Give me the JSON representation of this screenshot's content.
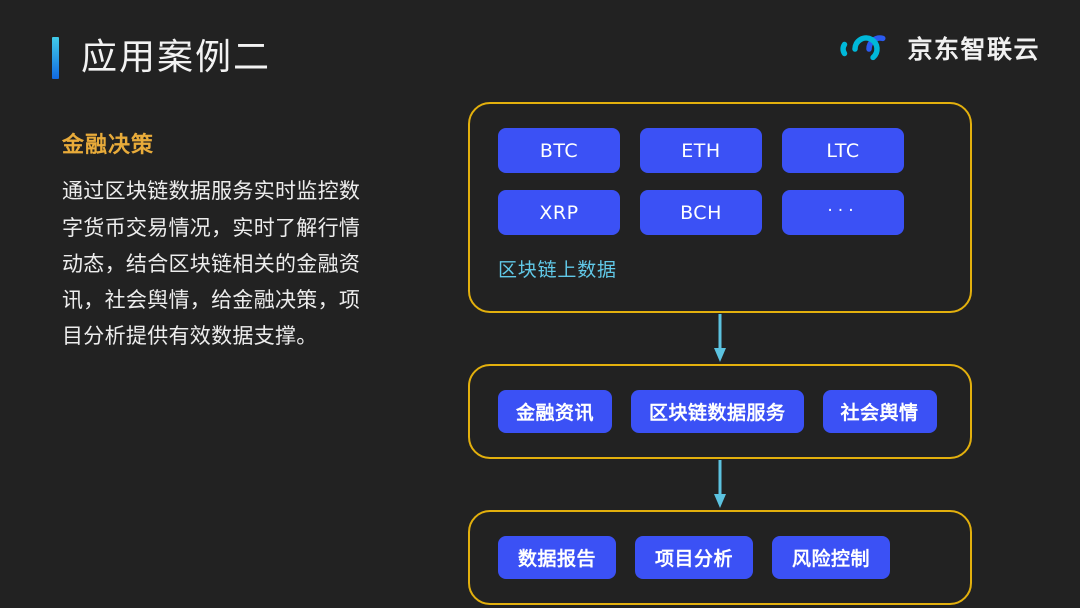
{
  "header": {
    "title": "应用案例二",
    "accent_gradient": [
      "#41cbe9",
      "#1168e0"
    ]
  },
  "brand": {
    "logo_icon": "infinity-loop-icon",
    "name": "京东智联云",
    "colors": {
      "cyan": "#00b8d9",
      "blue": "#2b5bf0",
      "red": "#e0202a"
    }
  },
  "left_panel": {
    "heading": "金融决策",
    "heading_color": "#e8ab3a",
    "body": "通过区块链数据服务实时监控数字货币交易情况，实时了解行情动态，结合区块链相关的金融资讯，社会舆情，给金融决策，项目分析提供有效数据支撑。"
  },
  "diagram": {
    "box_border_color": "#e3b00d",
    "pill_color": "#3b51f5",
    "arrow_color": "#5cc3e0",
    "stages": [
      {
        "id": "blockchain-sources",
        "label": "区块链上数据",
        "label_color": "#61c9e8",
        "rows": [
          [
            "BTC",
            "ETH",
            "LTC"
          ],
          [
            "XRP",
            "BCH",
            "···"
          ]
        ]
      },
      {
        "id": "data-services",
        "items": [
          "金融资讯",
          "区块链数据服务",
          "社会舆情"
        ]
      },
      {
        "id": "outputs",
        "items": [
          "数据报告",
          "项目分析",
          "风险控制"
        ]
      }
    ],
    "arrows": [
      "arrow-down-icon",
      "arrow-down-icon"
    ]
  }
}
